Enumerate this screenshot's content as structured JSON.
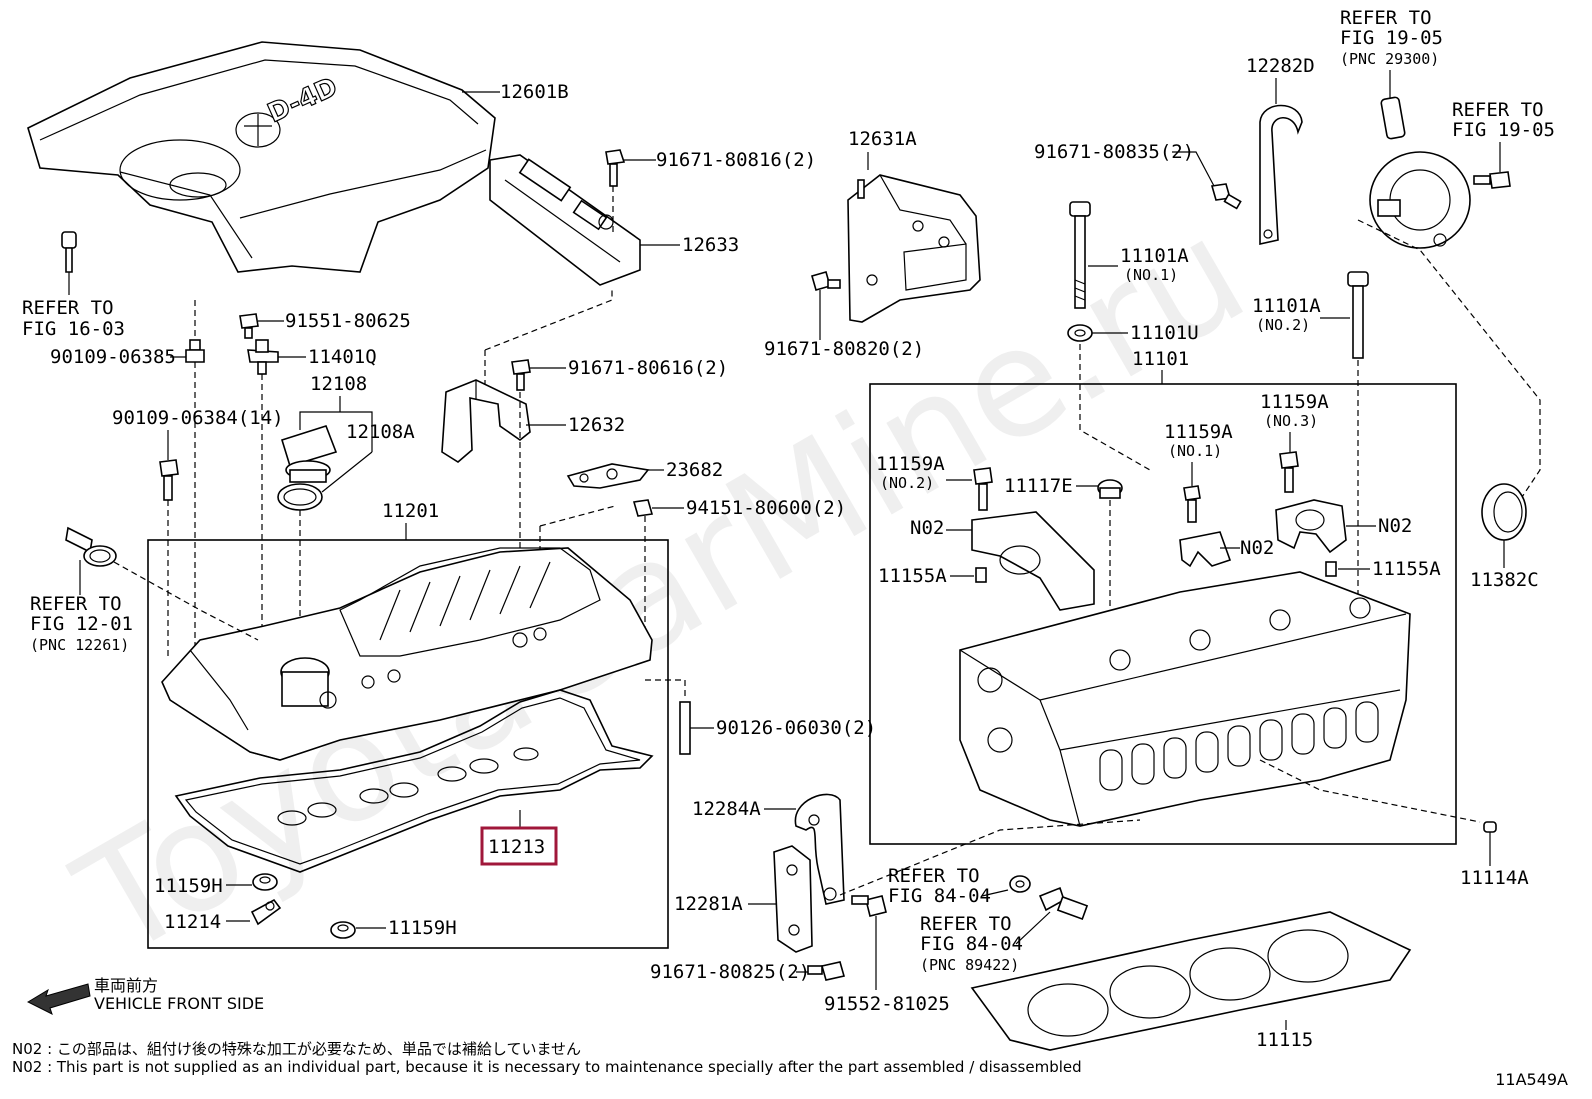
{
  "labels": {
    "p12601B": "12601B",
    "p12633": "12633",
    "p12631A": "12631A",
    "p12282D": "12282D",
    "refer_19_05_a_1": "REFER TO",
    "refer_19_05_a_2": "FIG 19-05",
    "refer_19_05_a_3": "(PNC 29300)",
    "refer_19_05_b_1": "REFER TO",
    "refer_19_05_b_2": "FIG 19-05",
    "b91671_80816": "91671-80816(2)",
    "b91671_80835": "91671-80835(2)",
    "b91671_80820": "91671-80820(2)",
    "refer_16_03_1": "REFER TO",
    "refer_16_03_2": "FIG 16-03",
    "b91551_80625": "91551-80625",
    "b90109_06385": "90109-06385",
    "p11401Q": "11401Q",
    "p12108": "12108",
    "p12108A": "12108A",
    "b90109_06384": "90109-06384(14)",
    "b91671_80616": "91671-80616(2)",
    "p12632": "12632",
    "p23682": "23682",
    "b94151_80600": "94151-80600(2)",
    "p11201": "11201",
    "p11101A_1": "11101A",
    "p11101A_1_sub": "(NO.1)",
    "p11101U": "11101U",
    "p11101": "11101",
    "p11101A_2": "11101A",
    "p11101A_2_sub": "(NO.2)",
    "p11159A_3": "11159A",
    "p11159A_3_sub": "(NO.3)",
    "p11159A_1": "11159A",
    "p11159A_1_sub": "(NO.1)",
    "p11159A_2": "11159A",
    "p11159A_2_sub": "(NO.2)",
    "p11117E": "11117E",
    "n02_a": "N02",
    "n02_b": "N02",
    "n02_c": "N02",
    "p11155A_a": "11155A",
    "p11155A_b": "11155A",
    "p11382C": "11382C",
    "refer_12_01_1": "REFER TO",
    "refer_12_01_2": "FIG 12-01",
    "refer_12_01_3": "(PNC 12261)",
    "s90126_06030": "90126-06030(2)",
    "p11213": "11213",
    "p12284A": "12284A",
    "p12281A": "12281A",
    "refer_84_04_a_1": "REFER TO",
    "refer_84_04_a_2": "FIG 84-04",
    "refer_84_04_b_1": "REFER TO",
    "refer_84_04_b_2": "FIG 84-04",
    "refer_84_04_b_3": "(PNC 89422)",
    "p11114A": "11114A",
    "p11159H_a": "11159H",
    "p11214": "11214",
    "p11159H_b": "11159H",
    "b91671_80825": "91671-80825(2)",
    "b91552_81025": "91552-81025",
    "p11115": "11115"
  },
  "watermark": "ToyotaCarMine.ru",
  "cover_logo": "D-4D",
  "front_arrow": {
    "jp": "車両前方",
    "en": "VEHICLE FRONT SIDE"
  },
  "notes": {
    "jp": "N02 : この部品は、組付け後の特殊な加工が必要なため、単品では補給していません",
    "en": "N02 : This part is not supplied as an individual part, because it is necessary to maintenance specially after the part assembled / disassembled"
  },
  "figure_code": "11A549A",
  "highlight": {
    "part": "11213",
    "color": "#a0173a"
  }
}
